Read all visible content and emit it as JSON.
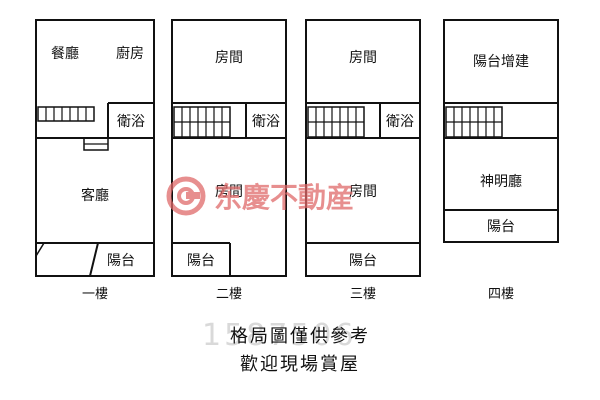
{
  "floors": [
    {
      "label": "一樓",
      "rooms": {
        "dining": "餐廳",
        "kitchen": "廚房",
        "bath": "衛浴",
        "living": "客廳",
        "balcony": "陽台"
      }
    },
    {
      "label": "二樓",
      "rooms": {
        "room_front": "房間",
        "bath": "衛浴",
        "room_back": "房間",
        "balcony": "陽台"
      }
    },
    {
      "label": "三樓",
      "rooms": {
        "room_front": "房間",
        "bath": "衛浴",
        "room_back": "房間",
        "balcony": "陽台"
      }
    },
    {
      "label": "四樓",
      "rooms": {
        "extension": "陽台增建",
        "shrine": "神明廳",
        "balcony": "陽台"
      }
    }
  ],
  "watermark": {
    "text": "东慶不動産",
    "color": "#e06a6a",
    "ghost_id": "1587506"
  },
  "notice": {
    "line1": "格局圖僅供參考",
    "line2": "歡迎現場賞屋"
  }
}
